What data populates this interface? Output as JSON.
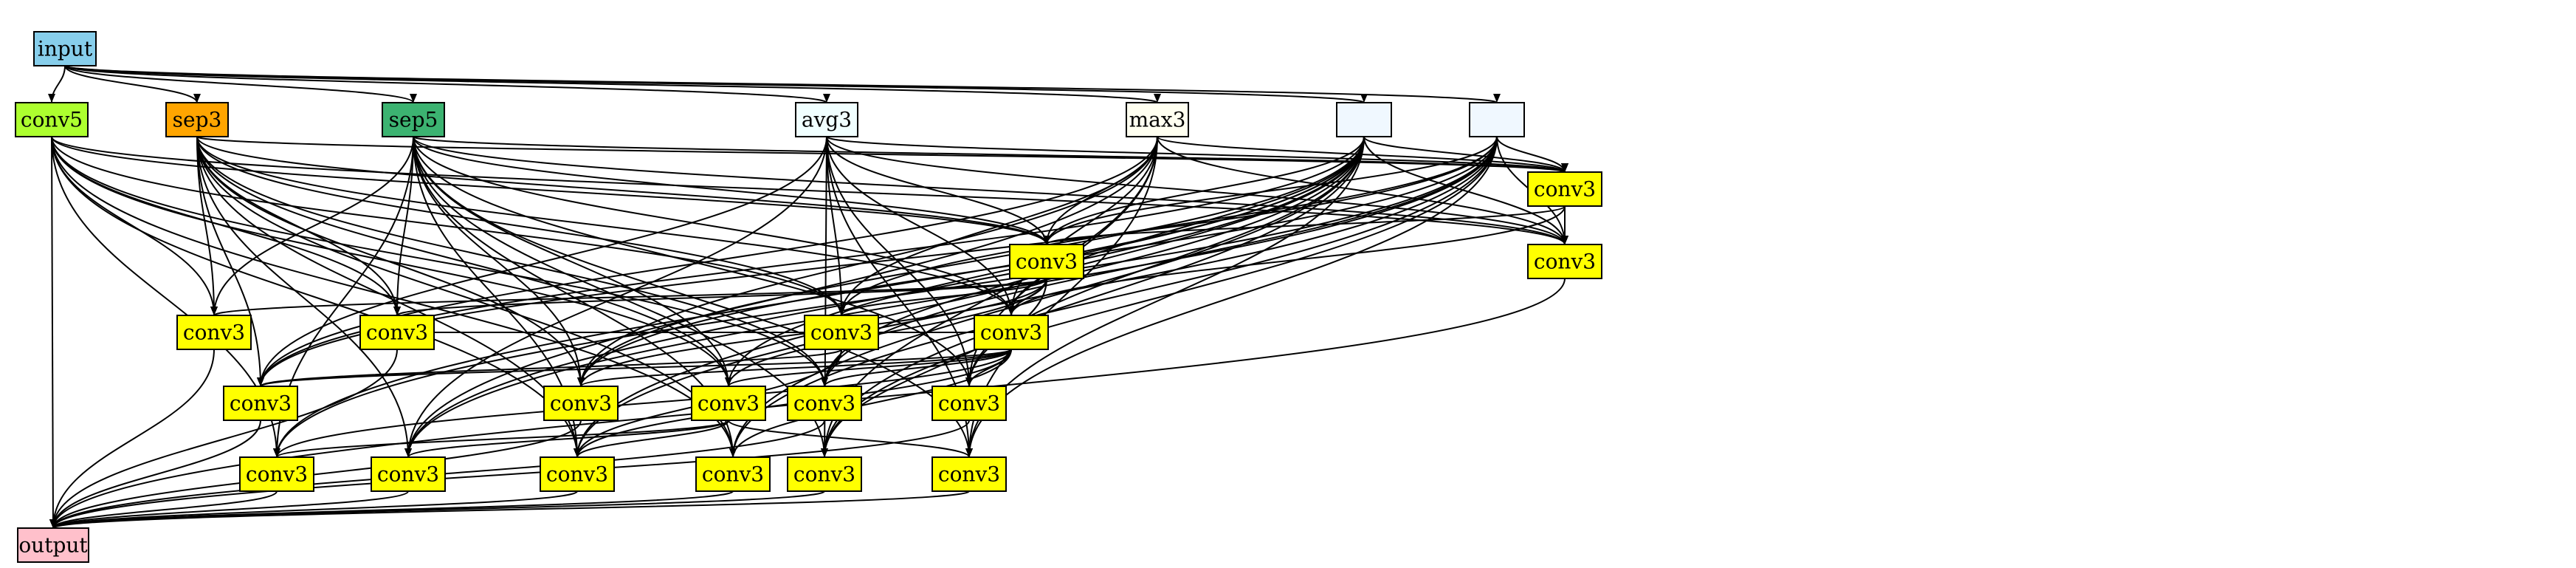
{
  "colors": {
    "input": "#87ceeb",
    "conv5": "#adff2f",
    "sep3": "#ffa500",
    "sep5": "#3cb371",
    "avg3": "#f0ffff",
    "max3": "#fffff0",
    "empty": "#f0f8ff",
    "conv3": "#ffff00",
    "output": "#ffc0cb"
  },
  "nodes": [
    {
      "id": "input",
      "label": "input",
      "color": "input"
    },
    {
      "id": "conv5",
      "label": "conv5",
      "color": "conv5"
    },
    {
      "id": "sep3",
      "label": "sep3",
      "color": "sep3"
    },
    {
      "id": "sep5",
      "label": "sep5",
      "color": "sep5"
    },
    {
      "id": "avg3",
      "label": "avg3",
      "color": "avg3"
    },
    {
      "id": "max3",
      "label": "max3",
      "color": "max3"
    },
    {
      "id": "blank1",
      "label": "",
      "color": "empty"
    },
    {
      "id": "blank2",
      "label": "",
      "color": "empty"
    },
    {
      "id": "c1",
      "label": "conv3",
      "color": "conv3"
    },
    {
      "id": "c2",
      "label": "conv3",
      "color": "conv3"
    },
    {
      "id": "c3",
      "label": "conv3",
      "color": "conv3"
    },
    {
      "id": "c4",
      "label": "conv3",
      "color": "conv3"
    },
    {
      "id": "c5",
      "label": "conv3",
      "color": "conv3"
    },
    {
      "id": "c6",
      "label": "conv3",
      "color": "conv3"
    },
    {
      "id": "c7",
      "label": "conv3",
      "color": "conv3"
    },
    {
      "id": "c8",
      "label": "conv3",
      "color": "conv3"
    },
    {
      "id": "c9",
      "label": "conv3",
      "color": "conv3"
    },
    {
      "id": "c10",
      "label": "conv3",
      "color": "conv3"
    },
    {
      "id": "c11",
      "label": "conv3",
      "color": "conv3"
    },
    {
      "id": "c12",
      "label": "conv3",
      "color": "conv3"
    },
    {
      "id": "c13",
      "label": "conv3",
      "color": "conv3"
    },
    {
      "id": "c14",
      "label": "conv3",
      "color": "conv3"
    },
    {
      "id": "c15",
      "label": "conv3",
      "color": "conv3"
    },
    {
      "id": "c16",
      "label": "conv3",
      "color": "conv3"
    },
    {
      "id": "c17",
      "label": "conv3",
      "color": "conv3"
    },
    {
      "id": "c18",
      "label": "conv3",
      "color": "conv3"
    },
    {
      "id": "output",
      "label": "output",
      "color": "output"
    }
  ],
  "edges": [
    [
      "input",
      "conv5"
    ],
    [
      "input",
      "sep3"
    ],
    [
      "input",
      "sep5"
    ],
    [
      "input",
      "avg3"
    ],
    [
      "input",
      "max3"
    ],
    [
      "input",
      "blank1"
    ],
    [
      "input",
      "blank2"
    ],
    [
      "conv5",
      "c5"
    ],
    [
      "conv5",
      "c6"
    ],
    [
      "conv5",
      "c9"
    ],
    [
      "conv5",
      "c10"
    ],
    [
      "conv5",
      "c14"
    ],
    [
      "conv5",
      "c15"
    ],
    [
      "conv5",
      "c17"
    ],
    [
      "conv5",
      "c3"
    ],
    [
      "conv5",
      "c2"
    ],
    [
      "conv5",
      "c7"
    ],
    [
      "conv5",
      "output"
    ],
    [
      "sep3",
      "c5"
    ],
    [
      "sep3",
      "c6"
    ],
    [
      "sep3",
      "c9"
    ],
    [
      "sep3",
      "c14"
    ],
    [
      "sep3",
      "c10"
    ],
    [
      "sep3",
      "c7"
    ],
    [
      "sep3",
      "c1"
    ],
    [
      "sep3",
      "c3"
    ],
    [
      "sep3",
      "c4"
    ],
    [
      "sep3",
      "c11"
    ],
    [
      "sep3",
      "c12"
    ],
    [
      "sep3",
      "c15"
    ],
    [
      "sep3",
      "c16"
    ],
    [
      "sep5",
      "c5"
    ],
    [
      "sep5",
      "c6"
    ],
    [
      "sep5",
      "c10"
    ],
    [
      "sep5",
      "c11"
    ],
    [
      "sep5",
      "c13"
    ],
    [
      "sep5",
      "c14"
    ],
    [
      "sep5",
      "c15"
    ],
    [
      "sep5",
      "c17"
    ],
    [
      "sep5",
      "c1"
    ],
    [
      "sep5",
      "c2"
    ],
    [
      "sep5",
      "c3"
    ],
    [
      "sep5",
      "c4"
    ],
    [
      "sep5",
      "c8"
    ],
    [
      "sep5",
      "c18"
    ],
    [
      "avg3",
      "c1"
    ],
    [
      "avg3",
      "c2"
    ],
    [
      "avg3",
      "c3"
    ],
    [
      "avg3",
      "c4"
    ],
    [
      "avg3",
      "c7"
    ],
    [
      "avg3",
      "c8"
    ],
    [
      "avg3",
      "c12"
    ],
    [
      "avg3",
      "c16"
    ],
    [
      "avg3",
      "c18"
    ],
    [
      "avg3",
      "c13"
    ],
    [
      "max3",
      "c1"
    ],
    [
      "max3",
      "c2"
    ],
    [
      "max3",
      "c3"
    ],
    [
      "max3",
      "c4"
    ],
    [
      "max3",
      "c7"
    ],
    [
      "max3",
      "c8"
    ],
    [
      "max3",
      "c11"
    ],
    [
      "max3",
      "c12"
    ],
    [
      "max3",
      "c13"
    ],
    [
      "max3",
      "c16"
    ],
    [
      "max3",
      "c18"
    ],
    [
      "blank1",
      "c1"
    ],
    [
      "blank1",
      "c2"
    ],
    [
      "blank1",
      "c3"
    ],
    [
      "blank1",
      "c4"
    ],
    [
      "blank1",
      "c8"
    ],
    [
      "blank1",
      "c9"
    ],
    [
      "blank1",
      "c10"
    ],
    [
      "blank1",
      "c11"
    ],
    [
      "blank1",
      "c12"
    ],
    [
      "blank1",
      "c13"
    ],
    [
      "blank1",
      "c14"
    ],
    [
      "blank1",
      "c15"
    ],
    [
      "blank1",
      "c16"
    ],
    [
      "blank1",
      "c17"
    ],
    [
      "blank1",
      "c18"
    ],
    [
      "blank2",
      "c1"
    ],
    [
      "blank2",
      "c2"
    ],
    [
      "blank2",
      "c3"
    ],
    [
      "blank2",
      "c7"
    ],
    [
      "blank2",
      "c9"
    ],
    [
      "blank2",
      "c11"
    ],
    [
      "blank2",
      "c12"
    ],
    [
      "blank2",
      "c13"
    ],
    [
      "blank2",
      "c14"
    ],
    [
      "blank2",
      "c15"
    ],
    [
      "blank2",
      "c16"
    ],
    [
      "blank2",
      "c17"
    ],
    [
      "blank2",
      "c18"
    ],
    [
      "c1",
      "c2"
    ],
    [
      "c1",
      "c3"
    ],
    [
      "c1",
      "c4"
    ],
    [
      "c3",
      "c4"
    ],
    [
      "c3",
      "c5"
    ],
    [
      "c3",
      "c6"
    ],
    [
      "c3",
      "c7"
    ],
    [
      "c3",
      "c8"
    ],
    [
      "c3",
      "c10"
    ],
    [
      "c3",
      "c11"
    ],
    [
      "c3",
      "c13"
    ],
    [
      "c4",
      "c6"
    ],
    [
      "c4",
      "c7"
    ],
    [
      "c4",
      "c8"
    ],
    [
      "c4",
      "c9"
    ],
    [
      "c4",
      "c10"
    ],
    [
      "c4",
      "c11"
    ],
    [
      "c4",
      "c12"
    ],
    [
      "c4",
      "c14"
    ],
    [
      "c4",
      "c15"
    ],
    [
      "c4",
      "c17"
    ],
    [
      "c7",
      "c9"
    ],
    [
      "c7",
      "c12"
    ],
    [
      "c7",
      "c15"
    ],
    [
      "c10",
      "c15"
    ],
    [
      "c10",
      "c16"
    ],
    [
      "c10",
      "c17"
    ],
    [
      "c10",
      "c18"
    ],
    [
      "c5",
      "output"
    ],
    [
      "c6",
      "output"
    ],
    [
      "c8",
      "output"
    ],
    [
      "c9",
      "output"
    ],
    [
      "c12",
      "output"
    ],
    [
      "c13",
      "output"
    ],
    [
      "c14",
      "output"
    ],
    [
      "c15",
      "output"
    ],
    [
      "c16",
      "output"
    ],
    [
      "c17",
      "output"
    ],
    [
      "c18",
      "output"
    ],
    [
      "c11",
      "output"
    ],
    [
      "c2",
      "output"
    ]
  ]
}
